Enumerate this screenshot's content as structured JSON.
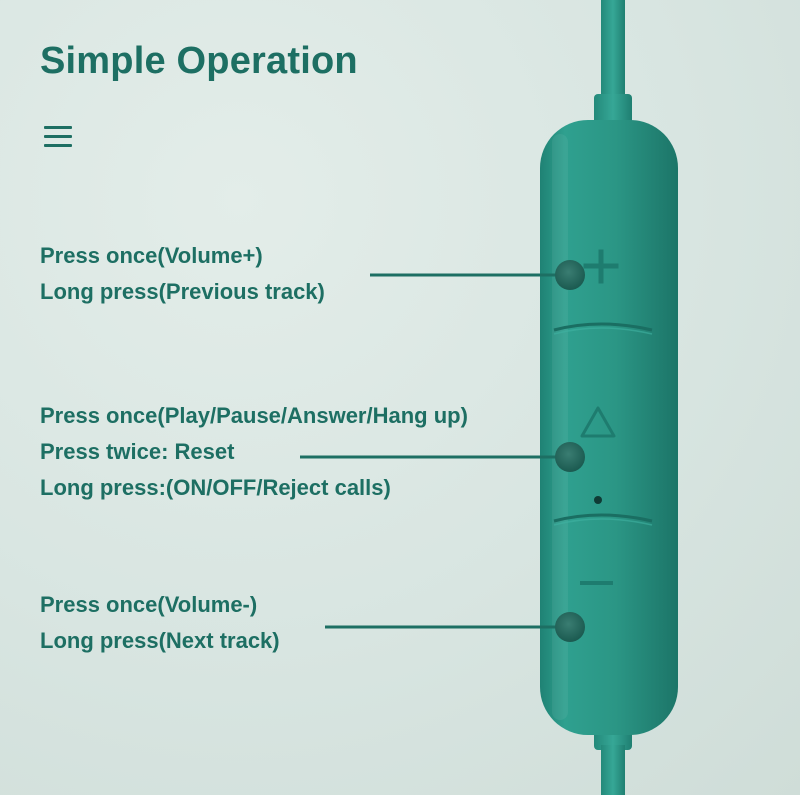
{
  "title": "Simple Operation",
  "icons": {
    "menu": "menu-icon",
    "volume_up": "plus-icon",
    "play": "triangle-icon",
    "volume_down": "minus-icon"
  },
  "colors": {
    "brand": "#1d6f63",
    "device_body": "#2a9a8a",
    "background": "#dbe7e3"
  },
  "button_groups": [
    {
      "lines": [
        "Press once(Volume+)",
        "Long press(Previous track)"
      ]
    },
    {
      "lines": [
        "Press once(Play/Pause/Answer/Hang up)",
        "Press twice: Reset",
        "Long press:(ON/OFF/Reject calls)"
      ]
    },
    {
      "lines": [
        "Press once(Volume-)",
        "Long press(Next track)"
      ]
    }
  ]
}
